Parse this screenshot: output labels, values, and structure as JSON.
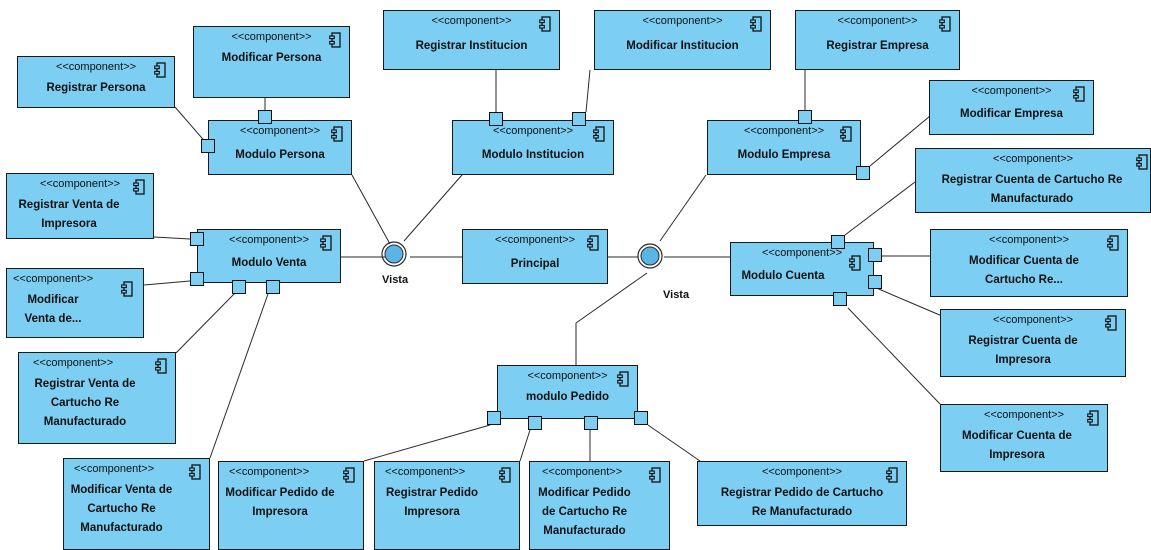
{
  "diagram": {
    "stereotype": "<<component>>",
    "interface_label": "Vista",
    "components": {
      "registrar_persona": "Registrar Persona",
      "modificar_persona": "Modificar Persona",
      "modulo_persona": "Modulo Persona",
      "registrar_institucion": "Registrar Institucion",
      "modulo_institucion": "Modulo Institucion",
      "modificar_institucion": "Modificar Institucion",
      "registrar_empresa": "Registrar Empresa",
      "modificar_empresa": "Modificar Empresa",
      "modulo_empresa": "Modulo Empresa",
      "registrar_venta_impresora": "Registrar Venta de Impresora",
      "modulo_venta": "Modulo Venta",
      "modificar_venta": "Modificar Venta de...",
      "registrar_venta_cartucho": "Registrar Venta de Cartucho Re Manufacturado",
      "principal": "Principal",
      "modulo_cuenta": "Modulo Cuenta",
      "registrar_cuenta_cartucho": "Registrar Cuenta de Cartucho Re Manufacturado",
      "modificar_cuenta_cartucho": "Modificar Cuenta de Cartucho Re...",
      "registrar_cuenta_impresora": "Registrar Cuenta de Impresora",
      "modificar_cuenta_impresora": "Modificar Cuenta de Impresora",
      "modulo_pedido": "modulo Pedido",
      "modificar_venta_cartucho": "Modificar Venta de Cartucho Re Manufacturado",
      "modificar_pedido_impresora": "Modificar Pedido de Impresora",
      "registrar_pedido_impresora": "Registrar Pedido Impresora",
      "modificar_pedido_cartucho": "Modificar Pedido de Cartucho Re Manufacturado",
      "registrar_pedido_cartucho": "Registrar Pedido de Cartucho Re Manufacturado"
    }
  },
  "colors": {
    "component_fill": "#7ccef2",
    "border": "#1a1a1a",
    "interface_fill": "#5ab4e6"
  }
}
